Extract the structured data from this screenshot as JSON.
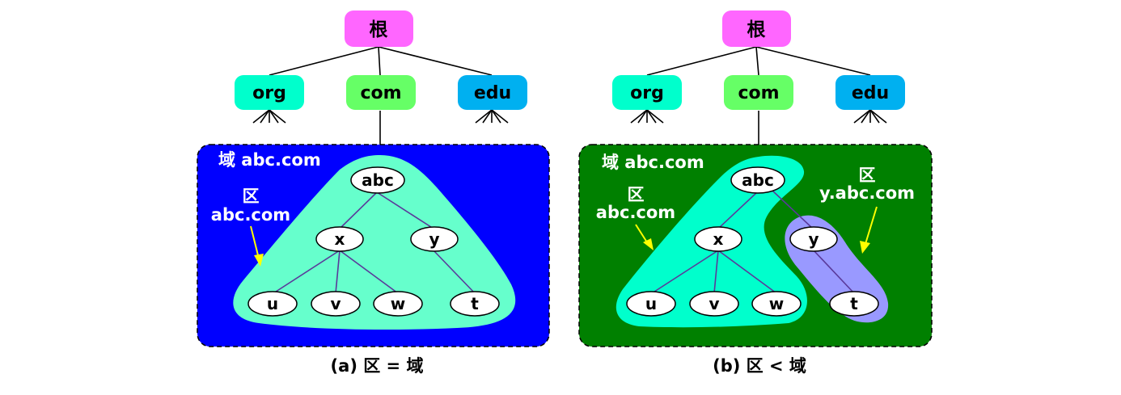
{
  "nodes": {
    "root": "根",
    "org": "org",
    "com": "com",
    "edu": "edu",
    "abc": "abc",
    "x": "x",
    "y": "y",
    "u": "u",
    "v": "v",
    "w": "w",
    "t": "t"
  },
  "labels": {
    "domain": "域 abc.com",
    "zone_word": "区",
    "zone_abc": "abc.com",
    "zone_y": "y.abc.com"
  },
  "captions": {
    "a": "(a) 区 = 域",
    "b": "(b) 区 < 域"
  },
  "colors": {
    "root": "#ff66ff",
    "org": "#00ffcc",
    "com": "#66ff66",
    "edu": "#00b0f0",
    "domain_a": "#0000ff",
    "domain_b": "#008000",
    "zone_a": "#66ffcc",
    "zone_b_abc": "#00ffcc",
    "zone_b_y": "#9999ff",
    "arrow": "#ffff00"
  }
}
